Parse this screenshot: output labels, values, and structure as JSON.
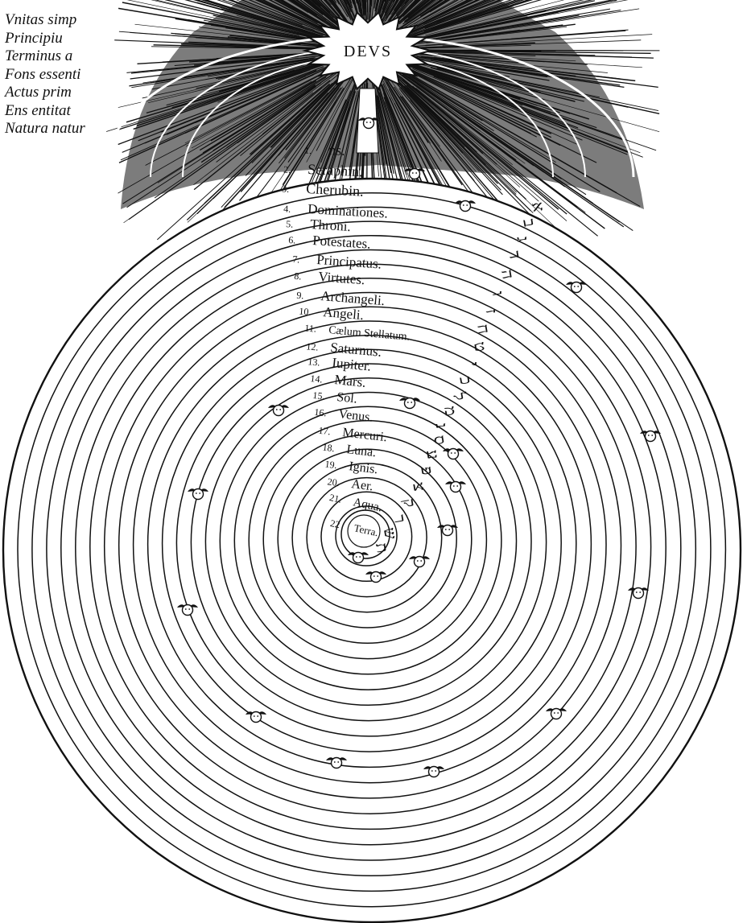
{
  "deus_label": "DEVS",
  "left_attributes": [
    "Vnitas simp",
    "Principiu",
    "Terminus a",
    "Fons essenti",
    "Actus prim",
    "Ens entitat",
    "Natura natur"
  ],
  "spheres": [
    "ns.",
    "Seraphin.",
    "Cherubin.",
    "Dominationes.",
    "Throni.",
    "Potestates.",
    "Principatus.",
    "Virtutes.",
    "Archangeli.",
    "Angeli.",
    "Cælum Stellatum.",
    "Saturnus.",
    "Iupiter.",
    "Mars.",
    "Sol.",
    "Venus.",
    "Mercuri.",
    "Luna.",
    "Ignis.",
    "Aer.",
    "Aqua.",
    "Terra."
  ],
  "sphere_numbers": [
    "1.",
    "2.",
    "3.",
    "4.",
    "5.",
    "6.",
    "7.",
    "8.",
    "9.",
    "10.",
    "11.",
    "12.",
    "13.",
    "14.",
    "15.",
    "16.",
    "17.",
    "18.",
    "19.",
    "20.",
    "21.",
    "22"
  ],
  "hebrew_letters": [
    "א",
    "ב",
    "ג",
    "ד",
    "ה",
    "ו",
    "ז",
    "ח",
    "ט",
    "י",
    "כ",
    "ל",
    "מ",
    "נ",
    "ס",
    "ע",
    "פ",
    "צ",
    "ק",
    "ר",
    "ש",
    "ת"
  ],
  "colors": {
    "ink": "#111111",
    "paper": "#ffffff"
  }
}
